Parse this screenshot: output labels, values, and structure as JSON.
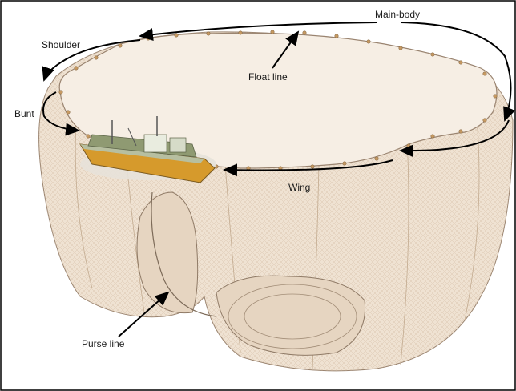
{
  "labels": {
    "main_body": "Main-body",
    "shoulder": "Shoulder",
    "float_line": "Float line",
    "bunt": "Bunt",
    "wing": "Wing",
    "purse_line": "Purse line"
  },
  "colors": {
    "net_fill": "#efe2d2",
    "net_mesh": "#cdb69c",
    "net_edge": "#9a8470",
    "float": "#c79a62",
    "arrow": "#000000",
    "vessel_hull": "#d69a2c",
    "vessel_deck": "#8f9a72",
    "water": "#e7e2d9"
  }
}
